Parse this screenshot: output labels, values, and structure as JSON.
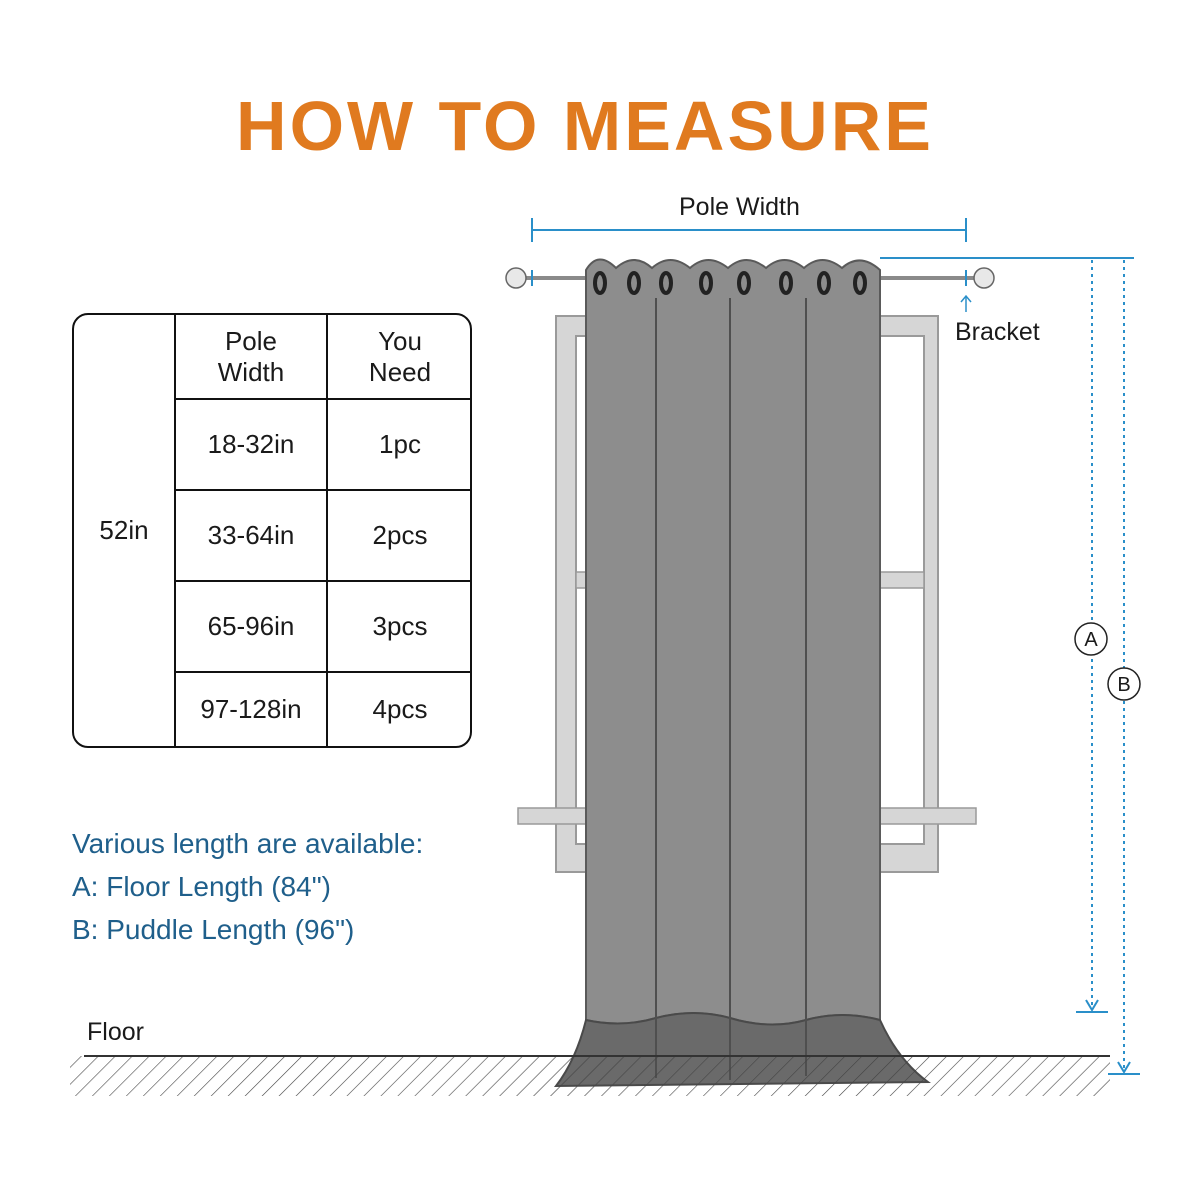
{
  "title": "HOW TO MEASURE",
  "size_table": {
    "fabric_width": "52in",
    "headers": {
      "pole_width": "Pole\nWidth",
      "you_need": "You\nNeed"
    },
    "rows": [
      {
        "pole_width": "18-32in",
        "you_need": "1pc"
      },
      {
        "pole_width": "33-64in",
        "you_need": "2pcs"
      },
      {
        "pole_width": "65-96in",
        "you_need": "3pcs"
      },
      {
        "pole_width": "97-128in",
        "you_need": "4pcs"
      }
    ]
  },
  "lengths": {
    "heading": "Various length are available:",
    "a": "A: Floor Length (84\")",
    "b": "B: Puddle Length (96\")"
  },
  "labels": {
    "pole_width": "Pole Width",
    "bracket": "Bracket",
    "floor": "Floor",
    "marker_a": "A",
    "marker_b": "B"
  },
  "colors": {
    "title": "#e07a1f",
    "text_blue": "#1f5f8b",
    "dimension_blue": "#2a8fc9",
    "curtain": "#8d8d8d",
    "curtain_puddle": "#6a6a6a",
    "window_frame": "#d6d6d6"
  }
}
